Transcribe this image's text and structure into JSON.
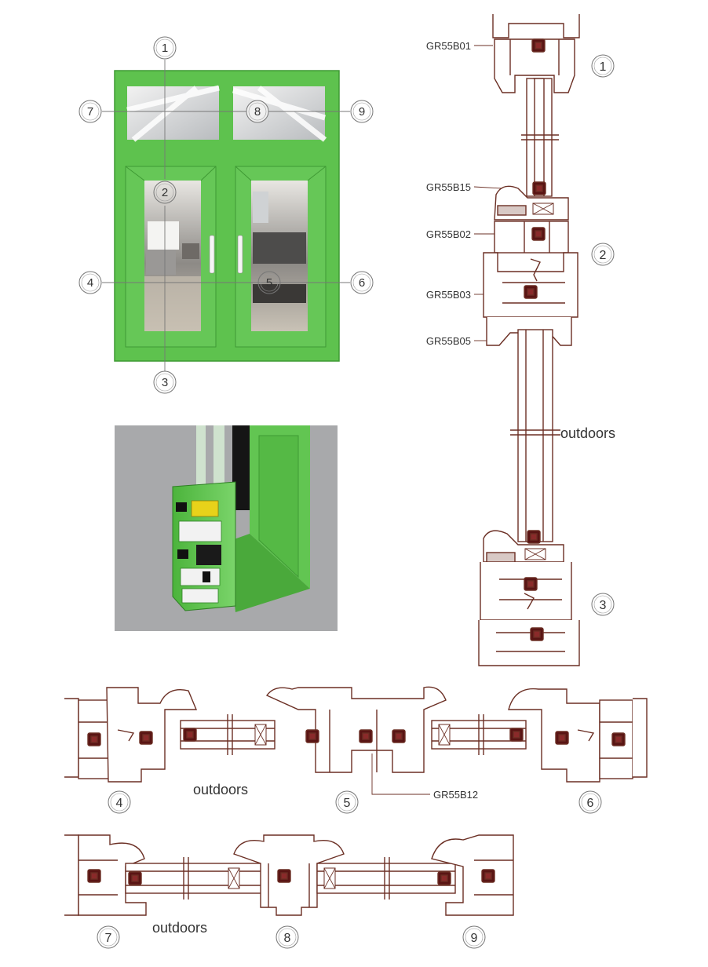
{
  "colors": {
    "frame_green": "#5ec24e",
    "frame_green_dark": "#3f9a34",
    "profile_line": "#6b2f24",
    "profile_fill": "#ffffff",
    "gasket": "#5a1414",
    "callout_text": "#333333",
    "photo_bg": "#a8a9ab"
  },
  "callouts_window": [
    "1",
    "2",
    "3",
    "4",
    "5",
    "6",
    "7",
    "8",
    "9"
  ],
  "vertical_section": {
    "markers": [
      "1",
      "2",
      "3"
    ],
    "labels": {
      "b01": "GR55B01",
      "b15": "GR55B15",
      "b02": "GR55B02",
      "b03": "GR55B03",
      "b05": "GR55B05"
    },
    "outdoors": "outdoors"
  },
  "horizontal_section_a": {
    "markers": [
      "4",
      "5",
      "6"
    ],
    "label_b12": "GR55B12",
    "outdoors": "outdoors"
  },
  "horizontal_section_b": {
    "markers": [
      "7",
      "8",
      "9"
    ],
    "outdoors": "outdoors"
  },
  "icons": [
    "window-handle-icon",
    "glass-pane-icon",
    "gasket-icon"
  ]
}
